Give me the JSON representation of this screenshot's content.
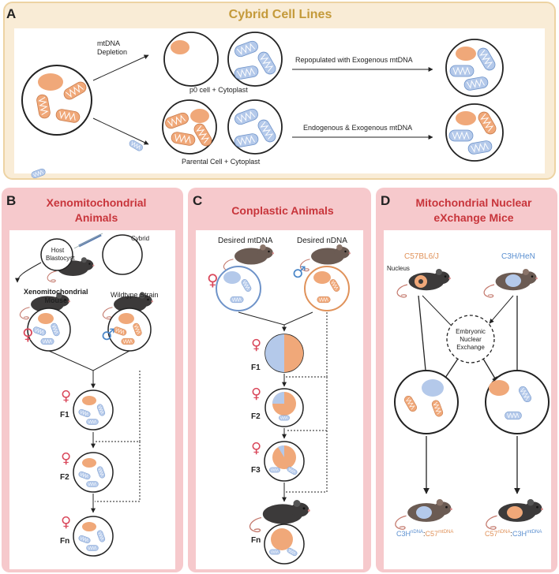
{
  "panel_a": {
    "letter": "A",
    "title": "Cybrid Cell Lines",
    "mtdna_depletion": "mtDNA\nDepletion",
    "p0_label": "p0 cell + Cytoplast",
    "parental_label": "Parental Cell + Cytoplast",
    "repopulated": "Repopulated with Exogenous mtDNA",
    "endo_exo": "Endogenous & Exogenous mtDNA"
  },
  "panel_b": {
    "letter": "B",
    "title": "Xenomitochondrial\nAnimals",
    "host": "Host\nBlastocyst",
    "cybrid": "Cybrid",
    "xeno_mouse": "Xenomitochondrial\nMouse",
    "wildtype": "Wildtype Strain",
    "generations": [
      "F1",
      "F2",
      "Fn"
    ]
  },
  "panel_c": {
    "letter": "C",
    "title": "Conplastic Animals",
    "desired_mt": "Desired mtDNA",
    "desired_n": "Desired nDNA",
    "generations": [
      "F1",
      "F2",
      "F3",
      "Fn"
    ]
  },
  "panel_d": {
    "letter": "D",
    "title": "Mitochondrial Nuclear\neXchange Mice",
    "strain_left": "C57BL6/J",
    "strain_right": "C3H/HeN",
    "nucleus": "Nucleus",
    "exchange": "Embryonic\nNuclear\nExchange",
    "result_left": {
      "a": "C3H",
      "a_sup": "nDNA",
      "sep": ":",
      "b": "C57",
      "b_sup": "mtDNA"
    },
    "result_right": {
      "a": "C57",
      "a_sup": "nDNA",
      "sep": ":",
      "b": "C3H",
      "b_sup": "mtDNA"
    }
  },
  "colors": {
    "gold_panel": "#f9ecd6",
    "gold_border": "#e9c98d",
    "pink_panel": "#f6c9cc",
    "orange": "#f0a879",
    "blue": "#b4c9ea",
    "blue_text": "#5a8fd0",
    "orange_text": "#e0925a",
    "red_title": "#c8353b",
    "female": "#d9475a",
    "male": "#4a86c8"
  }
}
